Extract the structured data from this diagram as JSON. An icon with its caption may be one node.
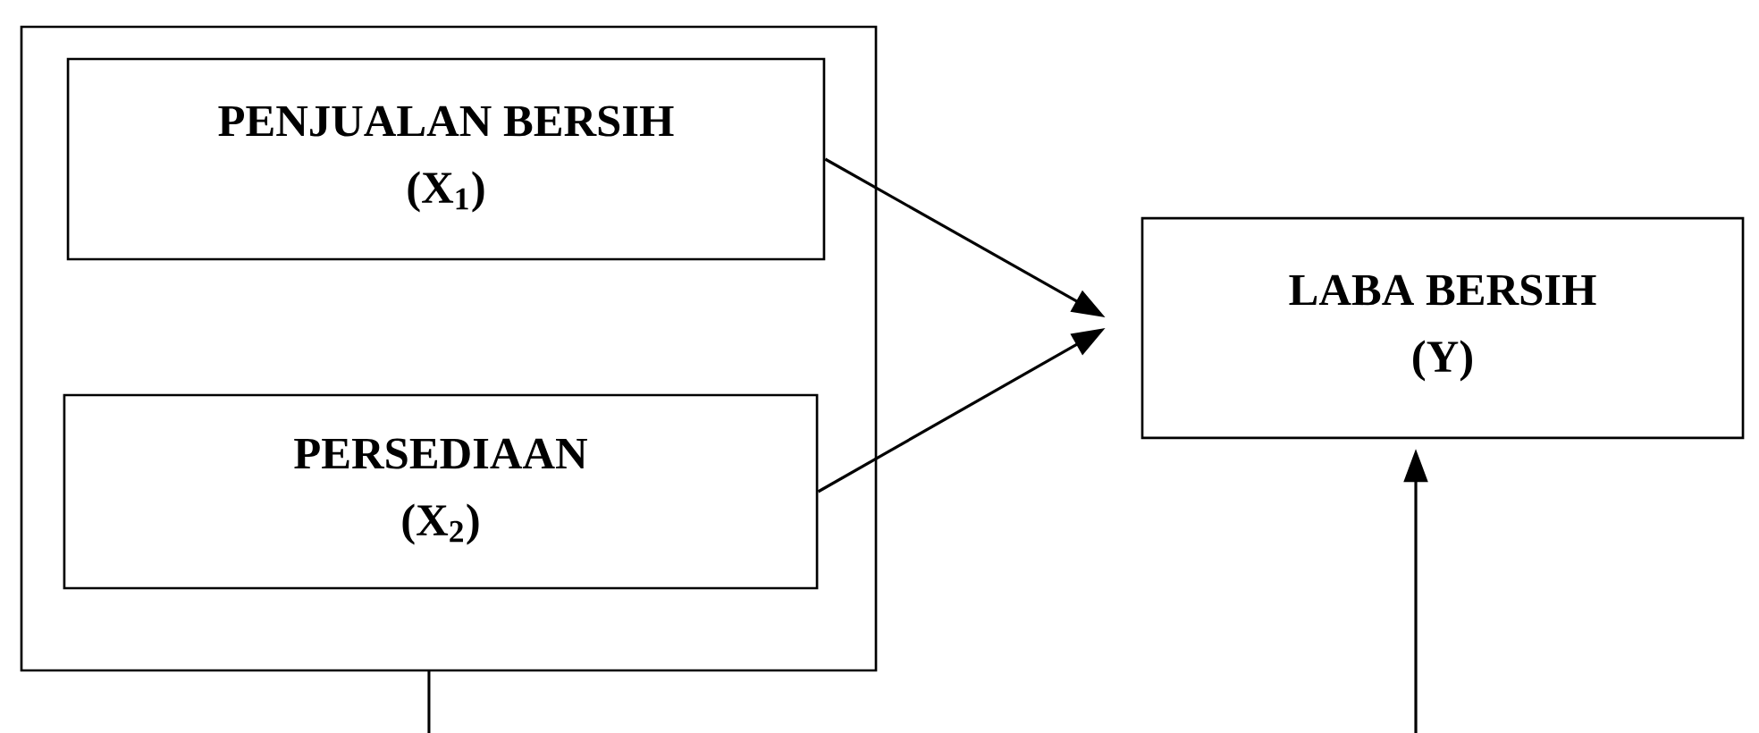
{
  "diagram": {
    "nodes": [
      {
        "text": [],
        "shape": "box"
      },
      {
        "text": [
          "PENJUALAN BERSIH",
          "(X$_{1}$)"
        ],
        "in": 0
      },
      {
        "text": [
          "PERSEDIAAN",
          "(X$_{2}$)"
        ],
        "in": 0
      },
      {
        "text": [
          "LABA BERSIH",
          "(Y)"
        ]
      }
    ],
    "edges": [
      {
        "from": 1,
        "to": 3,
        "arrow": "to"
      },
      {
        "from": 2,
        "to": 3,
        "arrow": "to"
      },
      {
        "from": 0,
        "to": null,
        "arrow": "none"
      },
      {
        "from": null,
        "to": 3,
        "arrow": "to"
      }
    ]
  }
}
